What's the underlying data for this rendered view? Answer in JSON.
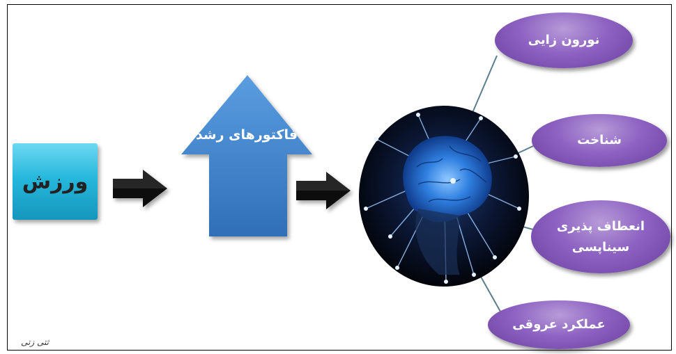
{
  "diagram": {
    "input": {
      "label": "ورزش"
    },
    "mediator": {
      "label": "فاکتورهای رشد"
    },
    "outcomes": [
      {
        "label": "نورون زایی"
      },
      {
        "label": "شناخت"
      },
      {
        "label": "انعطاف پذیری سیناپسی"
      },
      {
        "label": "عملکرد عروقی"
      }
    ],
    "brain_image": {
      "icon": "brain-network-icon"
    },
    "caption": "ثتی زتی"
  },
  "colors": {
    "input_box": "#26b8dc",
    "mediator_arrow": "#3d7ec9",
    "outcome_oval": "#8d62c2",
    "connector": "#5b7d8c"
  }
}
